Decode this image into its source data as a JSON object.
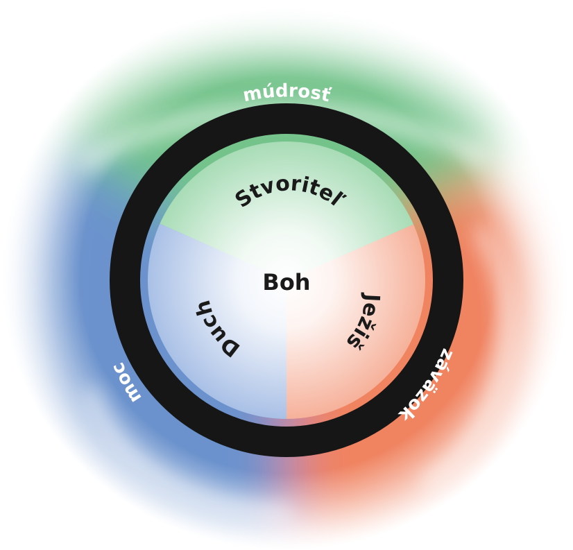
{
  "center": {
    "label": "Boh"
  },
  "inner_labels": {
    "creator": "Stvoriteľ",
    "jesus": "Ježiš",
    "spirit": "Duch"
  },
  "ring_labels": {
    "wisdom": "múdrosť",
    "commitment": "záväzok",
    "power": "moc"
  },
  "colors": {
    "green": "#5cb877",
    "red": "#ee7650",
    "blue": "#5b86c8",
    "ring": "#161616"
  }
}
